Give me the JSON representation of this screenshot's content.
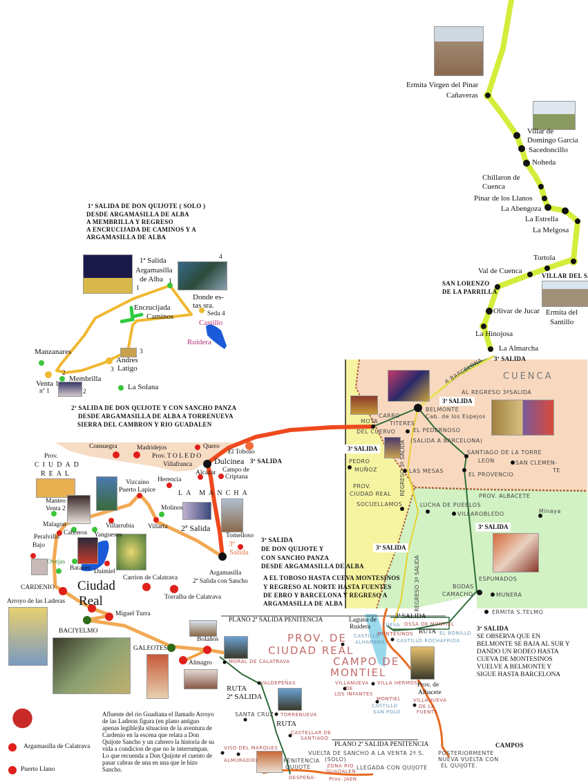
{
  "colors": {
    "route_yellow_green": "#d4ec3a",
    "route_orange": "#f0a040",
    "route_red": "#ee4a1e",
    "route_green": "#2e6b3a",
    "region_peach": "#f8d9bf",
    "region_yellow": "#f6f4a0",
    "region_green": "#d2f2c4",
    "toledo": "#f7dcc4",
    "water": "#1a5ad8",
    "dot_red": "#e0201a",
    "dot_green": "#3ac43a",
    "dot_yellow": "#f0b830"
  },
  "third_salida_north": {
    "ermita_pinar": "Ermita Virgen del Pinar",
    "canaveras": "Cañaveras",
    "villar_de": "Villar de",
    "domingo_garcia": "Domingo Garcia",
    "sacedoncillo": "Sacedoncillo",
    "noheda": "Noheda",
    "chillaron_de": "Chillaron de",
    "cuenca": "Cuenca",
    "pinar_llanos": "Pinar de los Llanos",
    "abengoza": "La Abengoza",
    "estrella": "La Estrella",
    "melgosa": "La Melgosa",
    "tortola": "Tortola",
    "val_cuenca": "Val de Cuenca",
    "san_lorenzo": "SAN LORENZO",
    "de_la_parrilla": "DE LA PARRILLA",
    "villar_saz": "VILLAR DEL SAZ",
    "olivar": "Olivar de Jucar",
    "ermita_del": "Ermita del",
    "santillo": "Santillo",
    "hinojosa": "La Hinojosa",
    "almarcha": "La Almarcha",
    "salida": "3ª SALIDA"
  },
  "first_salida": {
    "title_lines": [
      "1ª SALIDA DE DON QUIJOTE ( SOLO )",
      "DESDE ARGAMASILLA DE ALBA",
      "A MEMBRILLA Y REGRESO",
      "A ENCRUCIJADA DE CAMINOS Y A",
      "ARGAMASILLA DE ALBA"
    ],
    "salida": "1ª Salida",
    "argamasilla": "Argamasilla",
    "de_alba": "de Alba",
    "n1a": "1",
    "n1b": "1",
    "n4": "4",
    "donde": "Donde es-",
    "tas": "tas sra.",
    "seda": "Seda 4",
    "castillo": "Castillo",
    "ruidera": "Ruidera",
    "encrucijada": "Encrucijada",
    "caminos": "Caminos",
    "manzanares": "Manzanares",
    "andres": "Andres",
    "latigo": "Latigo",
    "n3a": "3",
    "n3b": "3",
    "venta": "Venta 1",
    "n_venta": "nº 1",
    "membrilla": "Membrilla",
    "n2a": "2",
    "n2b": "2",
    "solana": "La Solana"
  },
  "second_salida": {
    "title_lines": [
      "2ª SALIDA DE DON QUIJOTE Y CON SANCHO PANZA",
      "DESDE ARGAMASILLA DE ALBA A TORRENUEVA",
      "SIERRA DEL CAMBRON Y RIO GUADALEN"
    ],
    "consuegra": "Consuegra",
    "madridejos": "Madridejos",
    "prov_toledo": "Prov.  T O L E D O",
    "quero": "Quero",
    "toboso": "El Toboso",
    "villafranca": "Villafranca",
    "dulcinea": "Dulcinea",
    "salida3": "3ª SALIDA",
    "alcazar": "Alcazar",
    "campo_de": "Campo de",
    "criptana": "Criptana",
    "prov": "Prov.",
    "ciudad": "CIUDAD",
    "real": "REAL",
    "herencia": "Herencia",
    "la_mancha": "LA MANCHA",
    "vizcaino": "Vizcaino",
    "puerto_lapice": "Puerto Lapice",
    "manteo": "Manteo",
    "venta2": "Venta 2",
    "molinos": "Molinos",
    "malagon": "Malagon",
    "cabreros": "Cabreros",
    "yangueses": "Yangueses",
    "villarrubia": "Villarrubia",
    "villarta": "Villarta",
    "salida2": "2ª Salida",
    "tomelloso": "Tomelloso",
    "salida3b_1": "3ª",
    "salida3b_2": "Salida",
    "peralvillo": "Peralvillo",
    "bajo": "Bajo",
    "ovejas": "Ovejas",
    "batanes": "Batanes",
    "daimiel": "Daimiel",
    "argamasilla": "Argamasilla",
    "salida_sancho": "2ª Salida con Sancho",
    "carrion": "Carrion de Calatrava",
    "cardenio": "CARDENIO",
    "ciudad_big": "Ciudad",
    "real_big": "Real",
    "arroyo": "Arroyo de las Laderas",
    "torralba": "Torralba de Calatrava",
    "miguel_turra": "Miguel Turra",
    "baciyelmo": "BACIYELMO",
    "galeotes": "GALEOTES",
    "bolanos": "Bolaños",
    "almagro": "Almagro"
  },
  "third_salida_text": {
    "lines": [
      "3ª SALIDA",
      "DE DON QUIJOTE Y",
      "CON SANCHO PANZA",
      "DESDE ARGAMASILLA DE ALBA"
    ],
    "lines2": [
      "A EL TOBOSO HASTA CUEVA MONTESINOS",
      "Y REGRESO AL NORTE HASTA FUENTES",
      "DE EBRO Y BARCELONA Y REGRESO A",
      "ARGAMASILLA DE ALBA"
    ]
  },
  "cuenca_map": {
    "cuenca": "CUENCA",
    "a_barcelona": "A BARCELONA",
    "al_regreso": "AL REGRESO 3ªSALIDA",
    "salida_a": "3ª SALIDA",
    "belmonte": "BELMONTE",
    "espejos": "Cab. de los Espejos",
    "carro": "CARRO",
    "mota": "MOTA",
    "titeres": "TITERES",
    "del_cuervo": "DEL CUERVO",
    "pedernoso": "EL PEDERNOSO",
    "salida_barcelona": "(SALIDA A BARCELONA)",
    "salida_b": "3ª SALIDA",
    "santiago": "SANTIAGO DE LA TORRE",
    "leon": "LEON",
    "san_clemente": "SAN CLEMEN-",
    "te": "TE",
    "pedro": "PEDRO",
    "munoz": "MUÑOZ",
    "las_mesas": "LAS MESAS",
    "provencio": "EL PROVENCIO",
    "prov_cr1": "PROV.",
    "prov_cr2": "CIUDAD REAL",
    "prov_albacete": "PROV. ALBACETE",
    "socuellamos": "SOCUELLAMOS",
    "lucha": "LUCHA DE PUEBLOS",
    "villarobledo": "VILLAROBLEDO",
    "minaya": "Minaya",
    "salida_c": "3ª SALIDA",
    "salida_d": "3ª SALIDA",
    "regreso1": "REGRESO 3ª SALIDA",
    "regreso2": "REGRESO 3ª SALIDA",
    "espumados": "ESPUMADOS",
    "bodas": "BODAS",
    "camacho": "CAMACHO",
    "munera": "MUNERA",
    "ermita_telmo": "ERMITA S.TELMO"
  },
  "third_salida_note": {
    "title": "3ª SALIDA",
    "lines": [
      "SE OBSERVA QUE EN",
      "BELMONTE SE BAJA AL SUR Y",
      "DANDO UN RODEO HASTA",
      "CUEVA DE MONTESINOS",
      "VUELVE A BELMONTE Y",
      "SIGUE HASTA BARCELONA"
    ]
  },
  "plano": {
    "title": "PLANO 2ª SALIDA PENITENCIA",
    "title2": "PLANO 2ª SALIDA PENITENCIA",
    "laguna1": "Laguna de",
    "laguna2": "Ruidera",
    "salida3": "3ª SALIDA",
    "cueva": "CUEVA",
    "montesinos": "MONTESINOS",
    "ossa": "OSSA DE MONTIEL",
    "ruta_top": "RUTA",
    "bonillo": "EL BONILLO",
    "castillo_rochafrida": "CASTILLO ROCHAFRIDA",
    "prov_de": "PROV. DE",
    "ciudad_real": "CIUDAD REAL",
    "castillo_alhambra1": "CASTILLO",
    "castillo_alhambra2": "ALHAMBRA",
    "moral": "MORAL DE CALATRAVA",
    "campo": "CAMPO DE",
    "montiel": "MONTIEL",
    "valdepenas": "VALDEPEÑAS",
    "ruta": "RUTA",
    "salida2": "2ª SALIDA",
    "villanueva_inf1": "VILLANUEVA",
    "villanueva_inf2": "DE",
    "villanueva_inf3": "LOS INFANTES",
    "villa_hermosa": "VILLA HERMOSA",
    "prov_albacete1": "Prov. de",
    "prov_albacete2": "Albacete",
    "montiel_town": "MONTIEL",
    "castillo_san_polo1": "CASTILLO",
    "castillo_san_polo2": "SAN POLO",
    "villanueva_fuente1": "VILLANUEVA",
    "villanueva_fuente2": "DE LA",
    "villanueva_fuente3": "FUENTE",
    "santa_cruz": "SANTA CRUZ",
    "torrenueva": "TORRENUEVA",
    "ruta2": "RUTA",
    "castellar1": "CASTELLAR DE",
    "castellar2": "SANTIAGO",
    "viso": "VISO DEL MARQUES",
    "almuradiel": "ALMURADIEL",
    "penitencia1": "PENITENCIA",
    "penitencia2": "QUIJOTE",
    "zona1": "ZONA RIO",
    "zona2": "GUADALEN",
    "vuelta1": "VUELTA DE SANCHO A LA VENTA 2ª S.",
    "vuelta2": "(SOLO)",
    "posterior1": "POSTERIORMENTE",
    "posterior2": "NUEVA VUELTA CON",
    "posterior3": "EL QUIJOTE.",
    "llegada": "LLEGADA CON QUIJOTE",
    "despena": "DESPEÑA-",
    "jaen": "Prov. JAEN",
    "campos": "CAMPOS"
  },
  "notes": {
    "afluente": "Afluente del rio Guadiana el llamado Arroyo de las Laderas figura (en plano antiguo apenas legible)la situacion de la aventura de Cardenio en la escena que relata a Don Quijote Sancho y un cabrero la historia de su vida a condicion de que no le interrumpan. Lo que recuenda a Don Quijote el cuento de pasar cabras de una en una que le hizo Sancho."
  },
  "legend": {
    "items": [
      {
        "label": "Argamasilla de Calatrava",
        "color": "#e0201a"
      },
      {
        "label": "Puerto Llano",
        "color": "#e0201a"
      }
    ]
  }
}
